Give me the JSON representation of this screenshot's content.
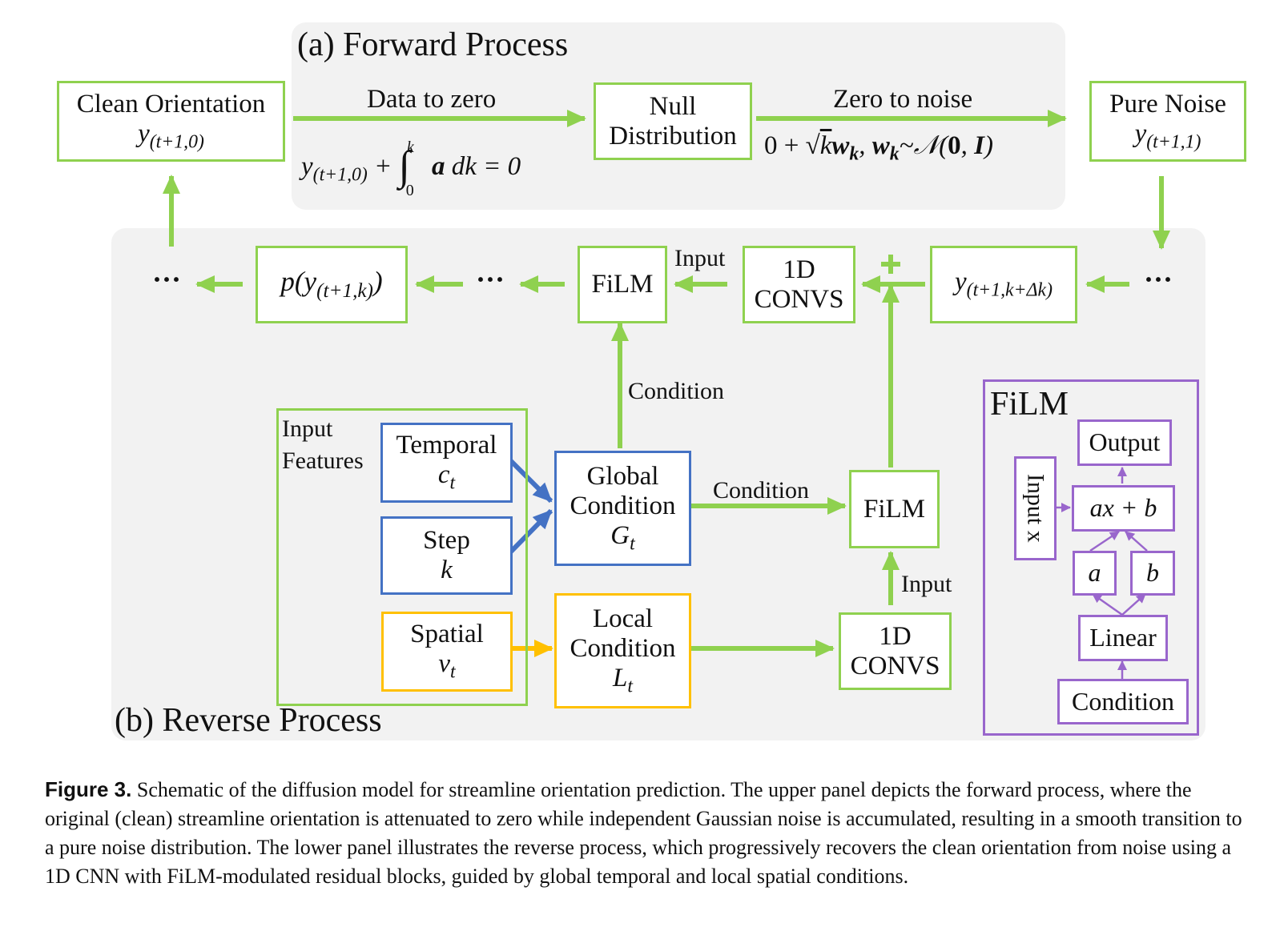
{
  "forward": {
    "title": "(a) Forward Process",
    "clean": {
      "line1": "Clean Orientation",
      "line2": "y(t+1,0)"
    },
    "data_to_zero": "Data to zero",
    "integral_eq": "y(t+1,0) + ∫₀ᵏ a dk = 0",
    "null": {
      "line1": "Null",
      "line2": "Distribution"
    },
    "zero_to_noise": "Zero to noise",
    "noise_eq": "0 + √k wk, wk~𝒩(0, I)",
    "pure": {
      "line1": "Pure Noise",
      "line2": "y(t+1,1)"
    }
  },
  "reverse": {
    "title": "(b) Reverse Process",
    "ellipsis": "···",
    "p_node": "p(y(t+1,k))",
    "film_top": "FiLM",
    "input_label_top": "Input",
    "conv_top": {
      "line1": "1D",
      "line2": "CONVS"
    },
    "plus": "+",
    "y_node": "y(t+1,k+Δk)",
    "condition_vertical": "Condition",
    "input_features": {
      "line1": "Input",
      "line2": "Features"
    },
    "temporal": {
      "line1": "Temporal",
      "line2": "ct"
    },
    "step": {
      "line1": "Step",
      "line2": "k"
    },
    "spatial": {
      "line1": "Spatial",
      "line2": "vt"
    },
    "global": {
      "line1": "Global",
      "line2": "Condition",
      "line3": "Gt"
    },
    "local": {
      "line1": "Local",
      "line2": "Condition",
      "line3": "Lt"
    },
    "condition_horizontal": "Condition",
    "film_mid": "FiLM",
    "input_label_mid": "Input",
    "conv_bottom": {
      "line1": "1D",
      "line2": "CONVS"
    }
  },
  "film_inset": {
    "title": "FiLM",
    "output": "Output",
    "axb": "ax + b",
    "input_x": "Input x",
    "a": "a",
    "b": "b",
    "linear": "Linear",
    "condition": "Condition"
  },
  "caption": {
    "label": "Figure 3.",
    "text": "Schematic of the diffusion model for streamline orientation prediction. The upper panel depicts the forward process, where the original (clean) streamline orientation is attenuated to zero while independent Gaussian noise is accumulated, resulting in a smooth transition to a pure noise distribution. The lower panel illustrates the reverse process, which progressively recovers the clean orientation from noise using a 1D CNN with FiLM-modulated residual blocks, guided by global temporal and local spatial conditions."
  },
  "colors": {
    "green": "#8fd14f",
    "blue": "#4472c4",
    "yellow": "#ffc000",
    "purple": "#9966cc",
    "panel": "#f2f2f2"
  }
}
